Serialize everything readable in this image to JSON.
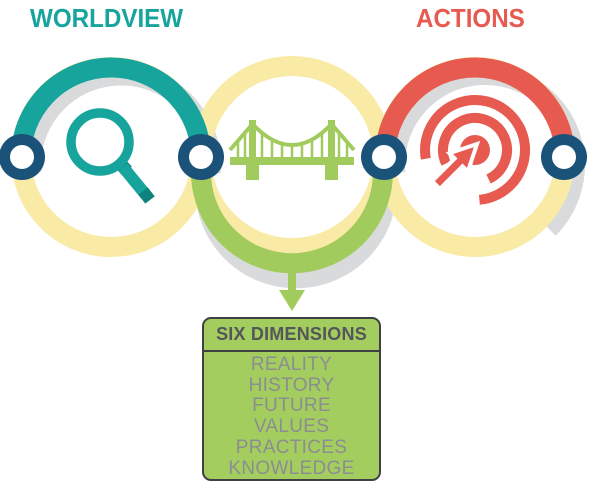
{
  "labels": {
    "worldview": "WORLDVIEW",
    "actions": "ACTIONS"
  },
  "icons": {
    "left_ring": "magnifier-icon",
    "middle_ring": "bridge-icon",
    "right_ring": "target-click-icon",
    "connector": "link-dot",
    "flow": "down-arrow-icon"
  },
  "dimensions_box": {
    "title": "SIX DIMENSIONS",
    "items": [
      "REALITY",
      "HISTORY",
      "FUTURE",
      "VALUES",
      "PRACTICES",
      "KNOWLEDGE"
    ]
  },
  "colors": {
    "teal": "#17a49d",
    "teal_dark": "#0e837d",
    "coral": "#e65a50",
    "yellow": "#f9eba5",
    "green": "#a2cb5e",
    "gray": "#d9dadb",
    "navy": "#1b527a",
    "white": "#ffffff",
    "box_green": "#a4cd60",
    "box_border": "#3e4043",
    "header_text": "#55565a",
    "item_text": "#8b8d90"
  }
}
